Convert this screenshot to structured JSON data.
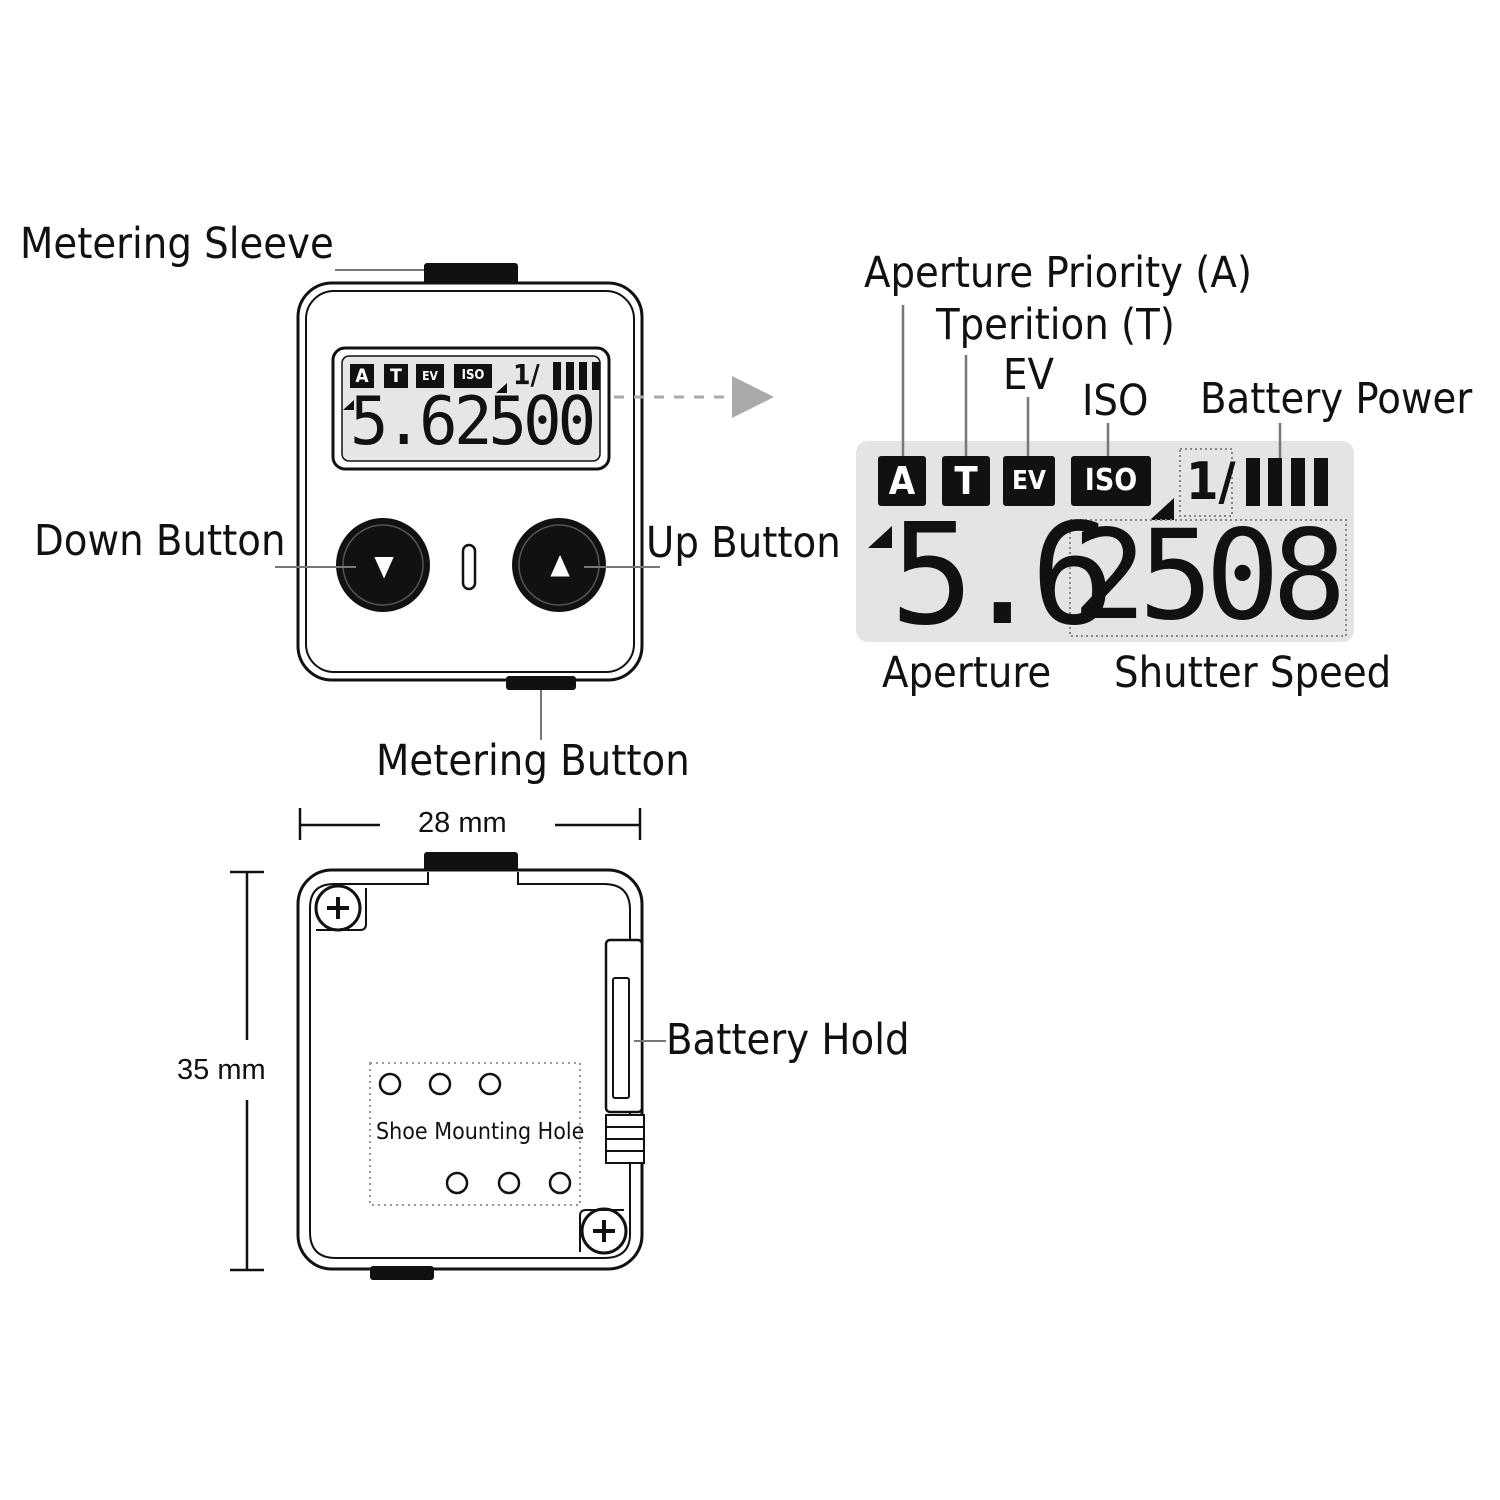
{
  "labels": {
    "metering_sleeve": "Metering Sleeve",
    "down_button": "Down Button",
    "up_button": "Up Button",
    "metering_button": "Metering Button",
    "aperture_priority": "Aperture Priority (A)",
    "tperition": "Tperition (T)",
    "ev": "EV",
    "iso": "ISO",
    "battery_power": "Battery Power",
    "aperture": "Aperture",
    "shutter_speed": "Shutter Speed",
    "battery_hold": "Battery Hold",
    "shoe_mounting_hole": "Shoe Mounting Hole"
  },
  "dimensions": {
    "width": "28 mm",
    "height": "35 mm"
  },
  "small_lcd": {
    "mode_a": "A",
    "mode_t": "T",
    "mode_ev": "EV",
    "mode_iso": "ISO",
    "shutter_prefix": "1/",
    "aperture_value": "5.6",
    "shutter_value": "2500"
  },
  "large_lcd": {
    "mode_a": "A",
    "mode_t": "T",
    "mode_ev": "EV",
    "mode_iso": "ISO",
    "shutter_prefix": "1/",
    "aperture_value": "5.6",
    "shutter_value": "2508"
  },
  "colors": {
    "line": "#111111",
    "lcd_bg": "#e4e4e4",
    "leader": "#888888"
  }
}
